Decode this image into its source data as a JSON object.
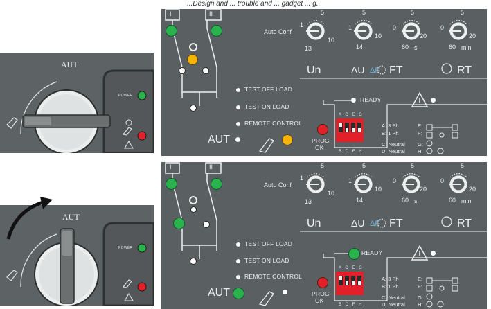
{
  "caption": "...Design and ... trouble and ... gadget ... g...",
  "switch": {
    "aut_label": "AUT",
    "power_label": "POWER"
  },
  "panels": [
    {
      "id": "top",
      "source_i": "I",
      "source_ii": "II",
      "auto_conf_label": "Auto Conf",
      "knobs": [
        {
          "label": "Auto Conf",
          "marks": [
            "1",
            "5",
            "10",
            "13"
          ]
        },
        {
          "label": "",
          "marks": [
            "1",
            "5",
            "10",
            "14"
          ]
        },
        {
          "label": "s",
          "marks": [
            "0",
            "5",
            "20",
            "60"
          ]
        },
        {
          "label": "min",
          "marks": [
            "0",
            "5",
            "20",
            "60"
          ]
        }
      ],
      "params": [
        "Un",
        "ΔU",
        "ΔF",
        "FT",
        "RT"
      ],
      "test_off_load": "TEST OFF LOAD",
      "test_on_load": "TEST ON LOAD",
      "remote_control": "REMOTE CONTROL",
      "aut": "AUT",
      "ready": "READY",
      "prog": "PROG",
      "ok": "OK",
      "dip_top": "A C E G",
      "dip_bottom": "B D F H",
      "key_left": [
        "A: 3 Ph",
        "B: 1 Ph",
        "C: Neutral",
        "D: Neutral"
      ],
      "key_right_letters": [
        "E:",
        "F:",
        "G:",
        "H:"
      ],
      "leds": {
        "source_i": "green",
        "source_ii": "green",
        "middle": "orange",
        "hand": "orange",
        "ready": "white",
        "aut": "white"
      }
    },
    {
      "id": "bottom",
      "source_i": "I",
      "source_ii": "II",
      "auto_conf_label": "Auto Conf",
      "knobs": [
        {
          "label": "Auto Conf",
          "marks": [
            "1",
            "5",
            "10",
            "13"
          ]
        },
        {
          "label": "",
          "marks": [
            "1",
            "5",
            "10",
            "14"
          ]
        },
        {
          "label": "s",
          "marks": [
            "0",
            "5",
            "20",
            "60"
          ]
        },
        {
          "label": "min",
          "marks": [
            "0",
            "5",
            "20",
            "60"
          ]
        }
      ],
      "params": [
        "Un",
        "ΔU",
        "ΔF",
        "FT",
        "RT"
      ],
      "test_off_load": "TEST OFF LOAD",
      "test_on_load": "TEST ON LOAD",
      "remote_control": "REMOTE CONTROL",
      "aut": "AUT",
      "ready": "READY",
      "prog": "PROG",
      "ok": "OK",
      "dip_top": "A C E G",
      "dip_bottom": "B D F H",
      "key_left": [
        "A: 3 Ph",
        "B: 1 Ph",
        "C: Neutral",
        "D: Neutral"
      ],
      "key_right_letters": [
        "E:",
        "F:",
        "G:",
        "H:"
      ],
      "leds": {
        "source_i": "green",
        "source_ii": "green",
        "middle": "green",
        "hand": "white",
        "ready": "green",
        "aut": "green"
      }
    }
  ],
  "colors": {
    "panel": "#5a5f61",
    "green": "#2bb24c",
    "orange": "#f4b400",
    "red": "#e3202a",
    "white": "#ffffff"
  }
}
